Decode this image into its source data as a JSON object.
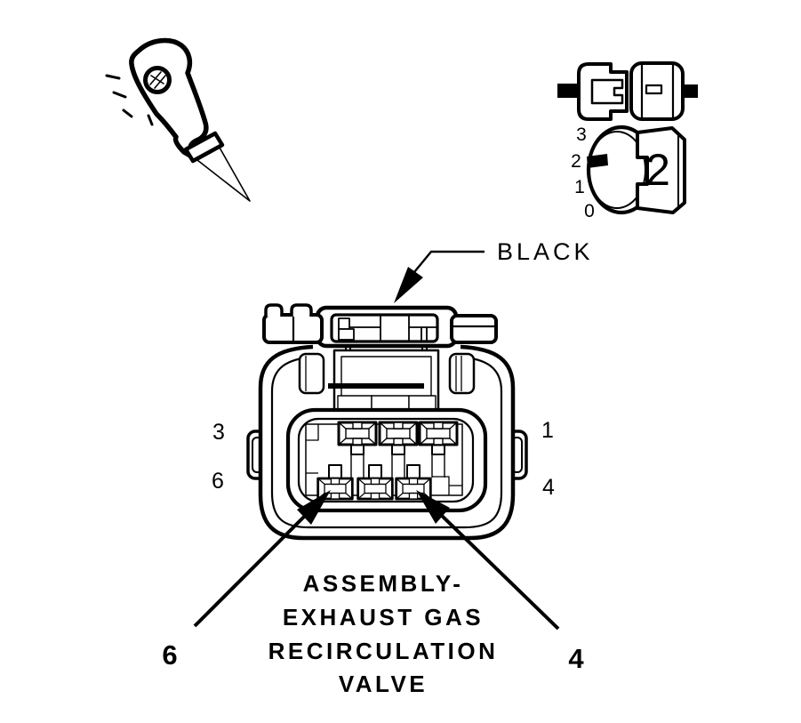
{
  "colors": {
    "ink": "#000000",
    "background": "#ffffff"
  },
  "wire_end_view": {
    "connector_color_label": "BLACK",
    "pin_labels": {
      "top_left": "3",
      "top_right": "1",
      "bottom_left": "6",
      "bottom_right": "4"
    },
    "callouts": {
      "left_pin": "6",
      "right_pin": "4"
    },
    "component_name_lines": [
      "ASSEMBLY-",
      "EXHAUST GAS",
      "RECIRCULATION",
      "VALVE"
    ]
  },
  "size_dial": {
    "scale_ticks": [
      "3",
      "2",
      "1",
      "0"
    ],
    "selected_value": "2"
  },
  "icons": {
    "probe": "test-probe-icon",
    "connector_pair": "connector-pair-icon",
    "size_dial": "terminal-size-dial-icon"
  }
}
